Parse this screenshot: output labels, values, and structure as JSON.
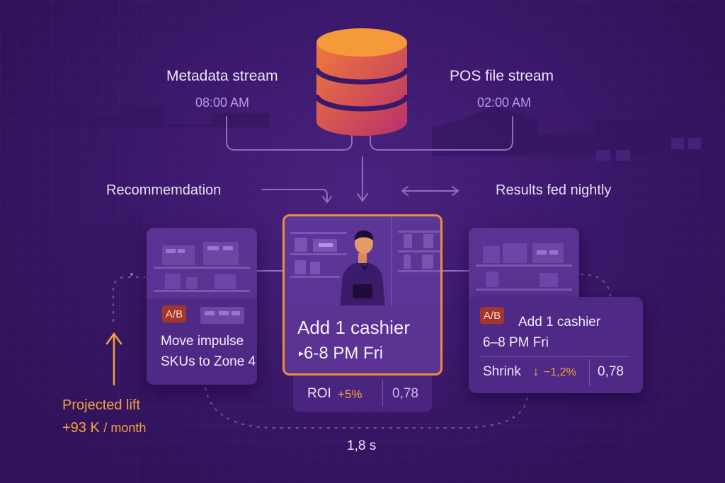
{
  "streams": {
    "left": {
      "name": "Metadata stream",
      "time": "08:00 AM"
    },
    "right": {
      "name": "POS file stream",
      "time": "02:00 AM"
    }
  },
  "flow": {
    "recommendation": "Recommemdation",
    "results": "Results fed nightly"
  },
  "left_card": {
    "badge": "A/B",
    "line1": "Move impulse",
    "line2": "SKUs to Zone 4"
  },
  "center_card": {
    "line1": "Add 1 cashier",
    "line2": "6-8 PM Fri",
    "play_glyph": "▸",
    "roi_label": "ROI",
    "roi_value": "+5%",
    "score": "0,78"
  },
  "right_card": {
    "badge": "A/B",
    "line1": "Add 1 cashier",
    "line2": "6–8 PM Fri",
    "shrink_label": "Shrink",
    "shrink_arrow": "↓",
    "shrink_value": "−1,2%",
    "score": "0,78"
  },
  "lift": {
    "label": "Projected lift",
    "value": "+93 K",
    "unit": "/ month",
    "arrow": "↑"
  },
  "latency": "1,8 s",
  "colors": {
    "accent_orange": "#f08c3c",
    "badge_red": "#a3352c",
    "bg_purple": "#3a186a"
  }
}
